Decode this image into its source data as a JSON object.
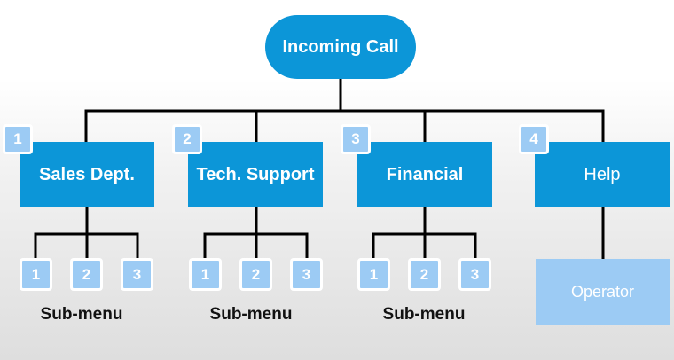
{
  "root": {
    "label": "Incoming Call"
  },
  "departments": [
    {
      "number": "1",
      "label": "Sales Dept."
    },
    {
      "number": "2",
      "label": "Tech. Support"
    },
    {
      "number": "3",
      "label": "Financial"
    },
    {
      "number": "4",
      "label": "Help"
    }
  ],
  "submenus": [
    {
      "options": [
        "1",
        "2",
        "3"
      ],
      "caption": "Sub-menu"
    },
    {
      "options": [
        "1",
        "2",
        "3"
      ],
      "caption": "Sub-menu"
    },
    {
      "options": [
        "1",
        "2",
        "3"
      ],
      "caption": "Sub-menu"
    }
  ],
  "operator": {
    "label": "Operator"
  },
  "colors": {
    "node": "#0c96d8",
    "light": "#9ccbf4",
    "line": "#000000"
  }
}
